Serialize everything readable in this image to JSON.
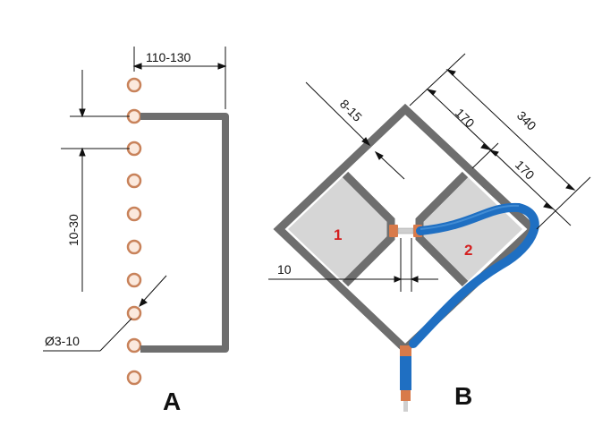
{
  "panel_a": {
    "caption": "A",
    "dims": {
      "gap_width": "110-130",
      "hole_spacing": "10-30",
      "hole_diameter": "Ø3-10"
    }
  },
  "panel_b": {
    "caption": "B",
    "zone_labels": [
      "1",
      "2"
    ],
    "dims": {
      "wire_width": "8-15",
      "half_side": "170",
      "half_side_2": "170",
      "full_side": "340",
      "feed_gap": "10"
    }
  },
  "colors": {
    "frame": "#6e6e6e",
    "fill": "#d6d6d6",
    "hole_stroke": "#c8825a",
    "cable": "#1f6fc2",
    "zone_label": "#d42020",
    "connector": "#d87a4a"
  }
}
